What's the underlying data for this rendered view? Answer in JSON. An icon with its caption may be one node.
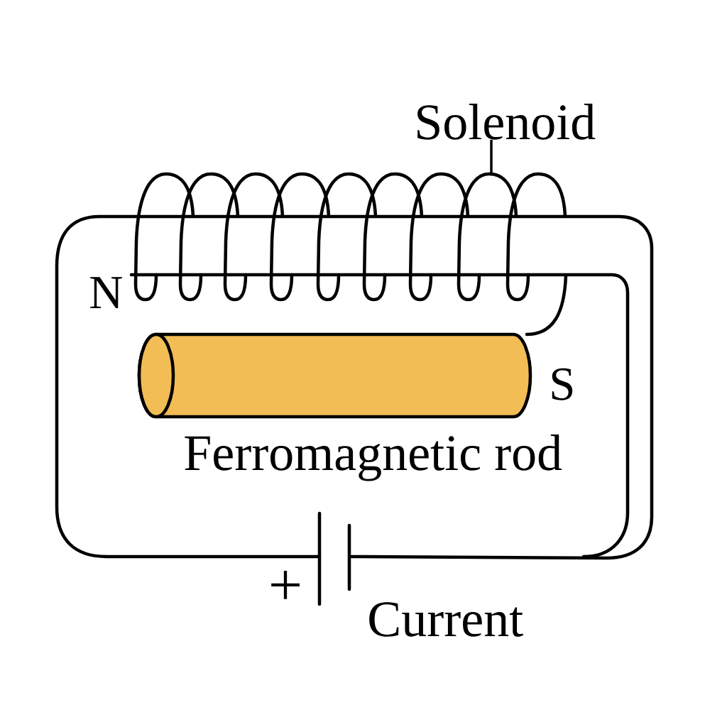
{
  "diagram": {
    "nodes": [
      {
        "text": [
          "Solenoid"
        ]
      },
      {
        "text": [],
        "shape": "coil"
      }
    ],
    "edges": [
      {
        "from": 0,
        "to": 1,
        "arrow": "none"
      }
    ],
    "labels": [
      "N",
      "S",
      "Ferromagnetic rod",
      "+",
      "Current"
    ]
  }
}
